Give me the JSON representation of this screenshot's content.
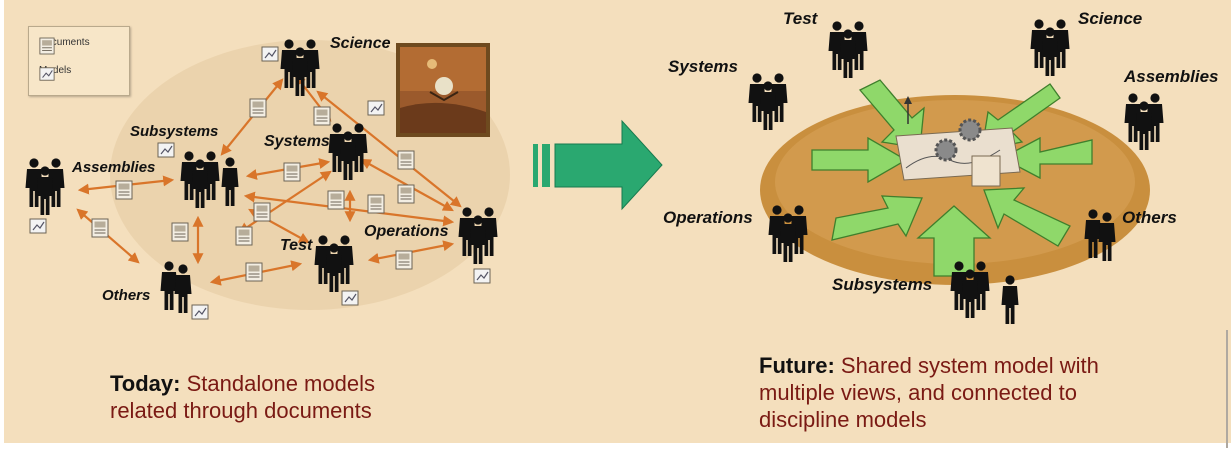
{
  "legend": {
    "documents_label": "Documents",
    "models_label": "Models"
  },
  "left_diagram": {
    "labels": {
      "science": "Science",
      "subsystems": "Subsystems",
      "systems": "Systems",
      "assemblies": "Assemblies",
      "operations": "Operations",
      "test": "Test",
      "others": "Others"
    }
  },
  "right_diagram": {
    "labels": {
      "test": "Test",
      "science": "Science",
      "systems": "Systems",
      "assemblies": "Assemblies",
      "operations": "Operations",
      "others": "Others",
      "subsystems": "Subsystems"
    }
  },
  "captions": {
    "today_bold": "Today:",
    "today_text_1": "Standalone models",
    "today_text_2": "related through documents",
    "future_bold": "Future:",
    "future_text_1": "Shared system model with",
    "future_text_2": "multiple views, and connected to",
    "future_text_3": "discipline models"
  },
  "colors": {
    "background": "#f4dfbd",
    "blob": "#ead2ab",
    "arrow_orange": "#d9752a",
    "big_arrow_green": "#2aa870",
    "ellipse_gold": "#c98f3e",
    "green_arrows": "#8fd86a",
    "caption_red": "#7a1a14"
  }
}
